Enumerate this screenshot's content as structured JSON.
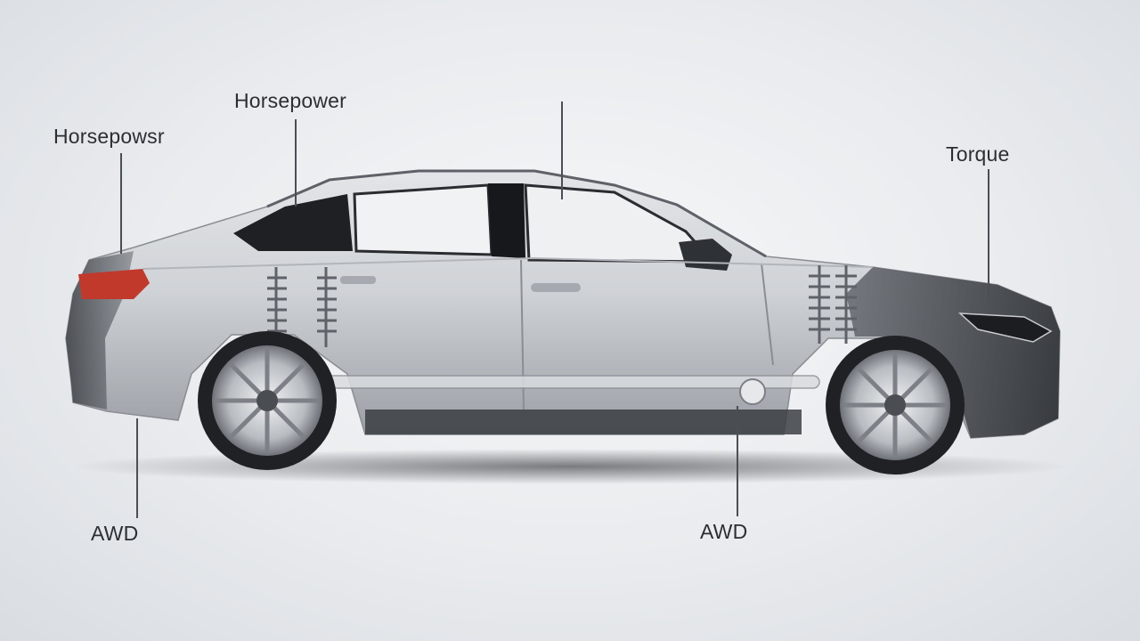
{
  "callouts": {
    "horsepower_left": "Horsepowsr",
    "horsepower_top": "Horsepower",
    "torque": "Torque",
    "awd_rear": "AWD",
    "awd_center": "AWD"
  },
  "colors": {
    "body_silver": "#c9ccd0",
    "body_dark": "#3a3d42",
    "leader_line": "#4a4f55",
    "tail_light": "#c0392b"
  }
}
